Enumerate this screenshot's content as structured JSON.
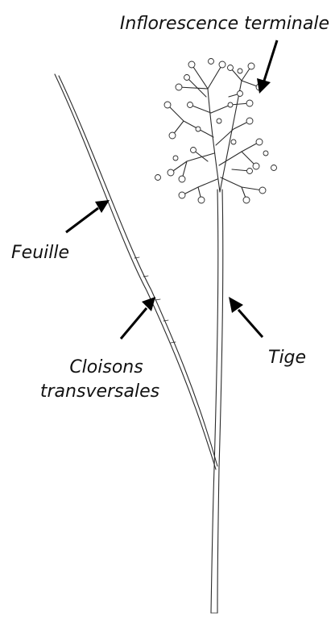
{
  "labels": {
    "inflorescence": "Inflorescence terminale",
    "leaf": "Feuille",
    "septa_line1": "Cloisons",
    "septa_line2": "transversales",
    "stem": "Tige"
  },
  "colors": {
    "background": "#ffffff",
    "ink": "#111111",
    "line": "#2b2b2b"
  }
}
